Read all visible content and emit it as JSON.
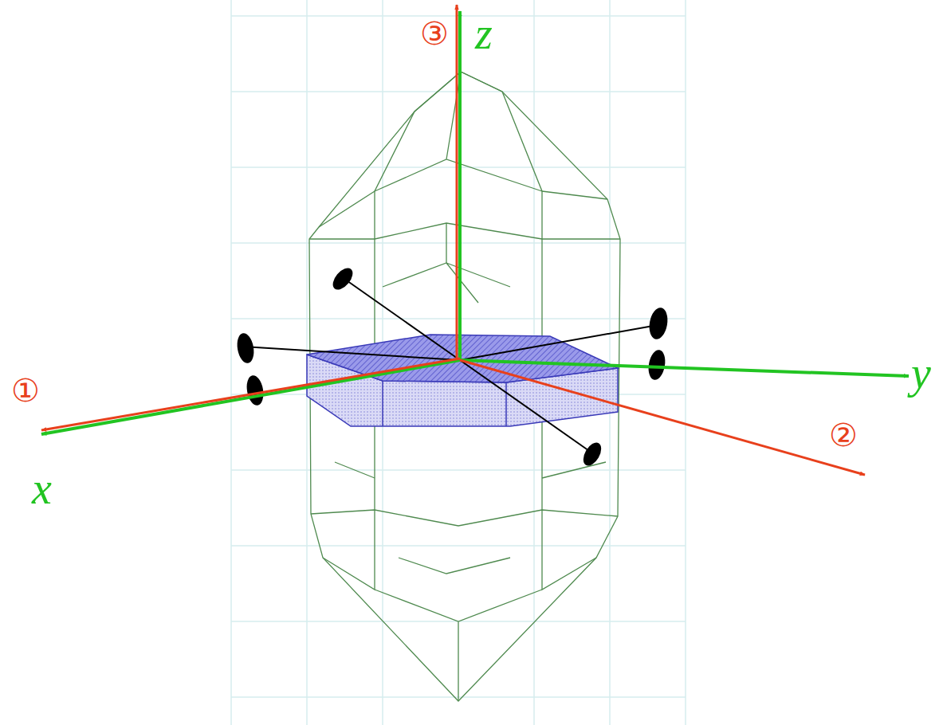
{
  "diagram": {
    "labels": [
      "③",
      "z",
      "①",
      "x",
      "②",
      "y"
    ]
  }
}
